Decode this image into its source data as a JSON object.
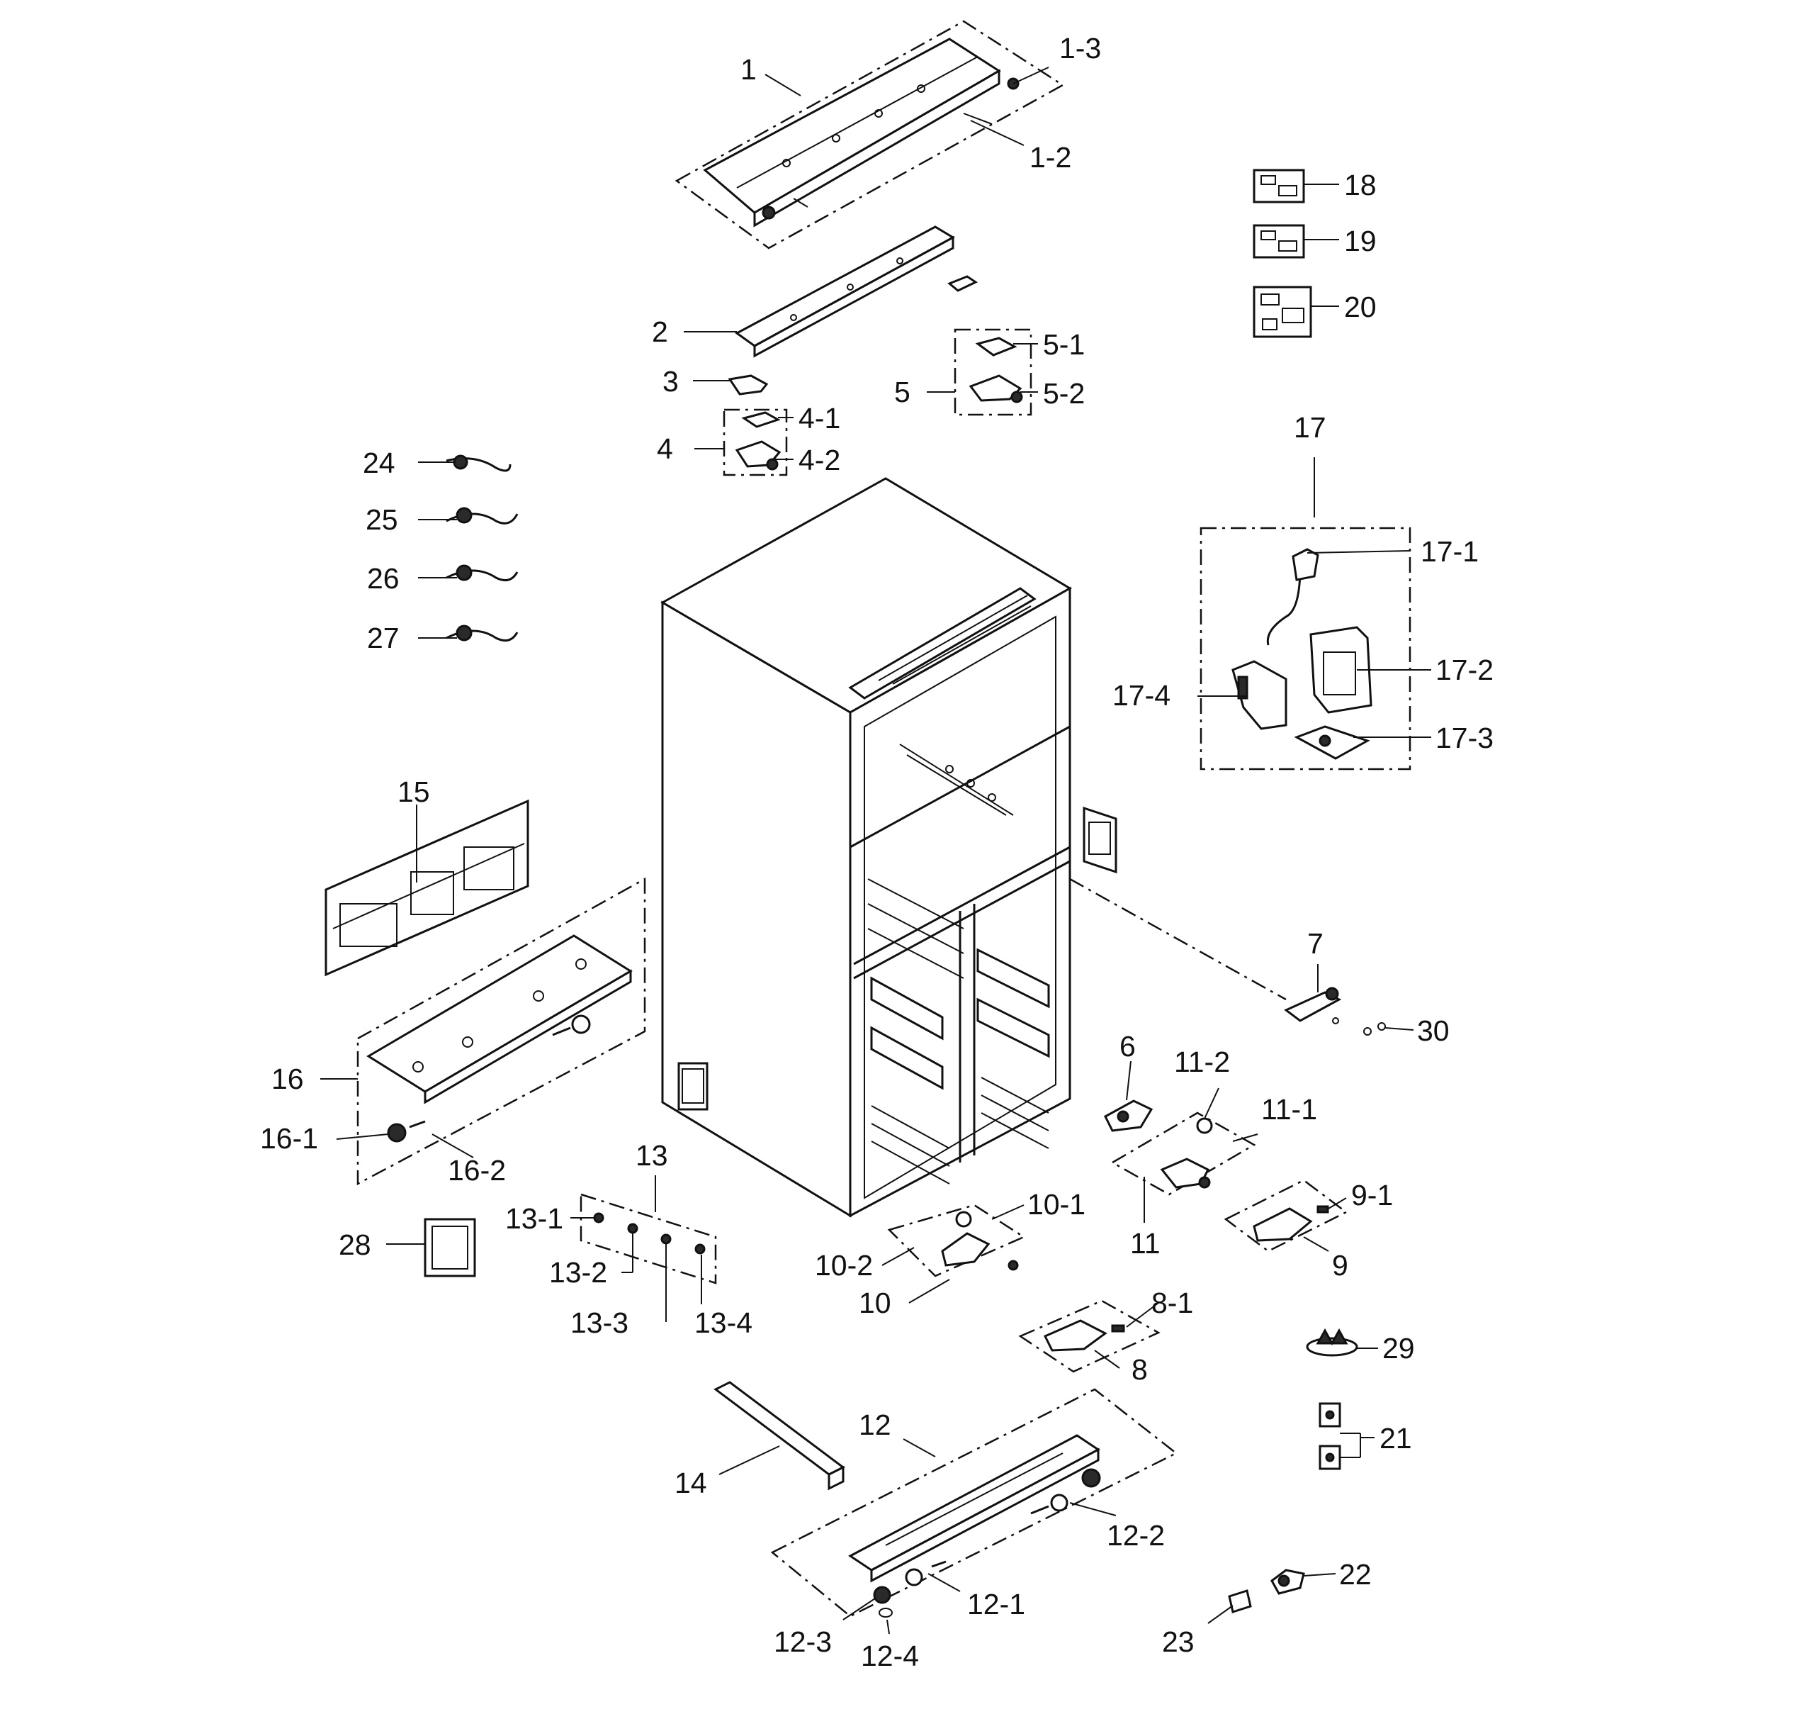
{
  "labels": [
    {
      "id": "1",
      "text": "1"
    },
    {
      "id": "1-3",
      "text": "1-3"
    },
    {
      "id": "1-2",
      "text": "1-2"
    },
    {
      "id": "18",
      "text": "18"
    },
    {
      "id": "19",
      "text": "19"
    },
    {
      "id": "20",
      "text": "20"
    },
    {
      "id": "2",
      "text": "2"
    },
    {
      "id": "5-1",
      "text": "5-1"
    },
    {
      "id": "3",
      "text": "3"
    },
    {
      "id": "5",
      "text": "5"
    },
    {
      "id": "5-2",
      "text": "5-2"
    },
    {
      "id": "4-1",
      "text": "4-1"
    },
    {
      "id": "4",
      "text": "4"
    },
    {
      "id": "4-2",
      "text": "4-2"
    },
    {
      "id": "17",
      "text": "17"
    },
    {
      "id": "24",
      "text": "24"
    },
    {
      "id": "25",
      "text": "25"
    },
    {
      "id": "17-1",
      "text": "17-1"
    },
    {
      "id": "26",
      "text": "26"
    },
    {
      "id": "27",
      "text": "27"
    },
    {
      "id": "17-2",
      "text": "17-2"
    },
    {
      "id": "17-4",
      "text": "17-4"
    },
    {
      "id": "17-3",
      "text": "17-3"
    },
    {
      "id": "15",
      "text": "15"
    },
    {
      "id": "7",
      "text": "7"
    },
    {
      "id": "30",
      "text": "30"
    },
    {
      "id": "16",
      "text": "16"
    },
    {
      "id": "6",
      "text": "6"
    },
    {
      "id": "11-2",
      "text": "11-2"
    },
    {
      "id": "11-1",
      "text": "11-1"
    },
    {
      "id": "16-1",
      "text": "16-1"
    },
    {
      "id": "16-2",
      "text": "16-2"
    },
    {
      "id": "13",
      "text": "13"
    },
    {
      "id": "9-1",
      "text": "9-1"
    },
    {
      "id": "13-1",
      "text": "13-1"
    },
    {
      "id": "10-1",
      "text": "10-1"
    },
    {
      "id": "11",
      "text": "11"
    },
    {
      "id": "28",
      "text": "28"
    },
    {
      "id": "10-2",
      "text": "10-2"
    },
    {
      "id": "9",
      "text": "9"
    },
    {
      "id": "13-2",
      "text": "13-2"
    },
    {
      "id": "10",
      "text": "10"
    },
    {
      "id": "8-1",
      "text": "8-1"
    },
    {
      "id": "13-3",
      "text": "13-3"
    },
    {
      "id": "13-4",
      "text": "13-4"
    },
    {
      "id": "29",
      "text": "29"
    },
    {
      "id": "8",
      "text": "8"
    },
    {
      "id": "12",
      "text": "12"
    },
    {
      "id": "21",
      "text": "21"
    },
    {
      "id": "14",
      "text": "14"
    },
    {
      "id": "12-2",
      "text": "12-2"
    },
    {
      "id": "22",
      "text": "22"
    },
    {
      "id": "12-1",
      "text": "12-1"
    },
    {
      "id": "12-3",
      "text": "12-3"
    },
    {
      "id": "23",
      "text": "23"
    },
    {
      "id": "12-4",
      "text": "12-4"
    }
  ]
}
